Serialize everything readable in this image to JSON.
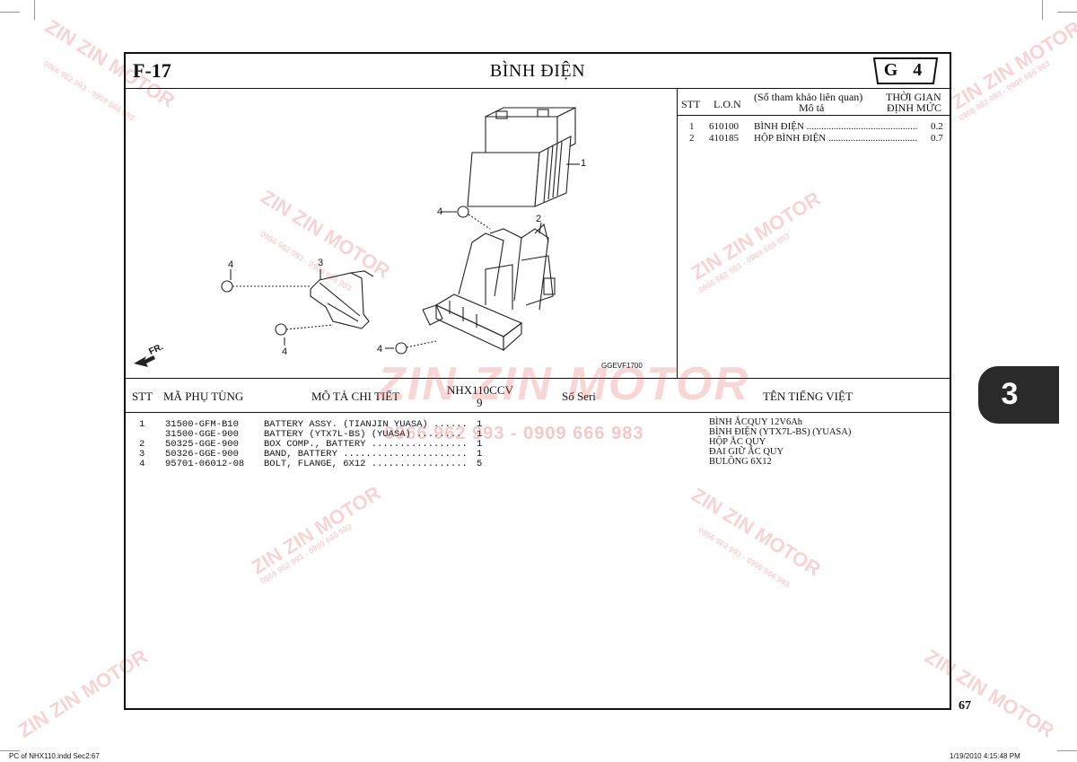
{
  "header": {
    "section_code": "F-17",
    "title": "BÌNH ĐIỆN",
    "group_code": "G 4"
  },
  "diagram": {
    "callouts": [
      "1",
      "2",
      "3",
      "4",
      "4",
      "4",
      "4"
    ],
    "fr_label": "FR.",
    "figure_code": "GGEVF1700"
  },
  "reference_table": {
    "col_stt": "STT",
    "col_lon": "L.O.N",
    "col_desc_line1": "(Số tham khảo liên quan)",
    "col_desc_line2": "Mô tả",
    "col_time_line1": "THỜI GIAN",
    "col_time_line2": "ĐỊNH MỨC",
    "rows": [
      {
        "stt": "1",
        "lon": "610100",
        "desc": "BÌNH ĐIỆN .............................................",
        "time": "0.2"
      },
      {
        "stt": "2",
        "lon": "410185",
        "desc": "HỘP BÌNH ĐIỆN ....................................",
        "time": "0.7"
      }
    ]
  },
  "parts_table": {
    "col_stt": "STT",
    "col_part_no": "MÃ PHỤ TÙNG",
    "col_desc": "MÔ TẢ CHI TIẾT",
    "col_model": "NHX110CCV",
    "col_model_sub": "9",
    "col_serial": "Số Seri",
    "col_vn": "TÊN TIẾNG VIỆT",
    "rows": [
      {
        "stt": "1",
        "part": "31500-GFM-B10",
        "desc": "BATTERY ASSY. (TIANJIN YUASA) ......",
        "qty": "1",
        "vn": "BÌNH ẮCQUY 12V6Ah"
      },
      {
        "stt": "",
        "part": "31500-GGE-900",
        "desc": "BATTERY (YTX7L-BS) (YUASA) ........",
        "qty": "1",
        "vn": "BÌNH ĐIỆN (YTX7L-BS) (YUASA)"
      },
      {
        "stt": "2",
        "part": "50325-GGE-900",
        "desc": "BOX COMP., BATTERY .................",
        "qty": "1",
        "vn": "HỘP ẮC QUY"
      },
      {
        "stt": "3",
        "part": "50326-GGE-900",
        "desc": "BAND, BATTERY ......................",
        "qty": "1",
        "vn": "ĐAI GIỮ ẮC QUY"
      },
      {
        "stt": "4",
        "part": "95701-06012-08",
        "desc": "BOLT, FLANGE, 6X12 .................",
        "qty": "5",
        "vn": "BULÔNG 6X12"
      }
    ]
  },
  "chapter_tab": "3",
  "page_number": "67",
  "footer": {
    "left": "PC of NHX110.indd   Sec2:67",
    "right": "1/19/2010   4:15:48 PM"
  },
  "watermark": {
    "brand": "ZIN ZIN MOTOR",
    "phone": "0966 962 993 - 0909 666 983"
  },
  "colors": {
    "watermark": "#e23a3a",
    "tab": "#2a2a2a"
  }
}
